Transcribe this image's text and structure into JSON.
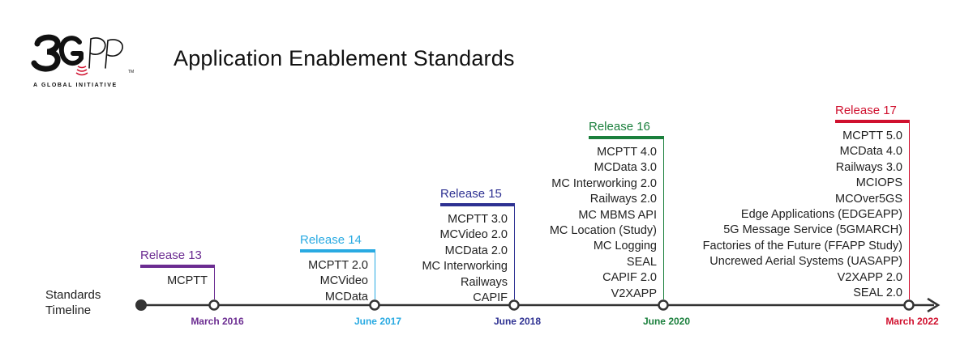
{
  "logo": {
    "mark": "3GPP",
    "tagline": "A GLOBAL INITIATIVE"
  },
  "title": "Application Enablement Standards",
  "timeline_label_line1": "Standards",
  "timeline_label_line2": "Timeline",
  "releases": [
    {
      "name": "Release 13",
      "date": "March 2016",
      "color": "#6b2c91",
      "items": [
        "MCPTT"
      ]
    },
    {
      "name": "Release 14",
      "date": "June 2017",
      "color": "#29aae2",
      "items": [
        "MCPTT 2.0",
        "MCVideo",
        "MCData"
      ]
    },
    {
      "name": "Release 15",
      "date": "June 2018",
      "color": "#2e3192",
      "items": [
        "MCPTT 3.0",
        "MCVideo 2.0",
        "MCData 2.0",
        "MC Interworking",
        "Railways",
        "CAPIF"
      ]
    },
    {
      "name": "Release 16",
      "date": "June 2020",
      "color": "#1a7f3c",
      "items": [
        "MCPTT 4.0",
        "MCData 3.0",
        "MC Interworking 2.0",
        "Railways 2.0",
        "MC MBMS API",
        "MC Location (Study)",
        "MC Logging",
        "SEAL",
        "CAPIF 2.0",
        "V2XAPP"
      ]
    },
    {
      "name": "Release 17",
      "date": "March 2022",
      "color": "#d0102e",
      "items": [
        "MCPTT 5.0",
        "MCData 4.0",
        "Railways 3.0",
        "MCIOPS",
        "MCOver5GS",
        "Edge Applications (EDGEAPP)",
        "5G Message Service (5GMARCH)",
        "Factories of the Future (FFAPP Study)",
        "Uncrewed Aerial Systems (UASAPP)",
        "V2XAPP 2.0",
        "SEAL 2.0"
      ]
    }
  ],
  "colors": {
    "axis": "#333333",
    "text": "#222222"
  }
}
